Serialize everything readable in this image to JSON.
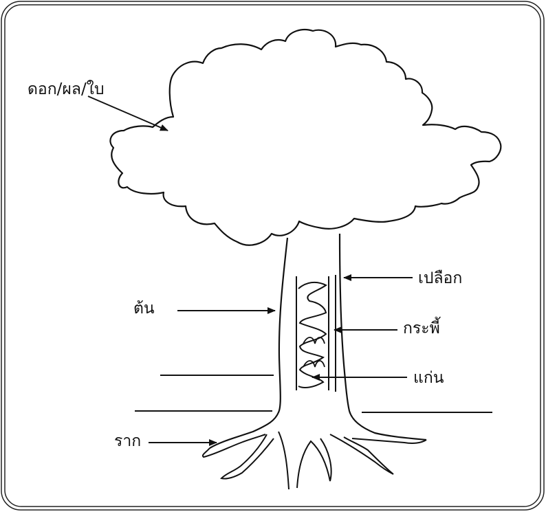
{
  "diagram": {
    "labels": {
      "canopy": "ดอก/ผล/ใบ",
      "bark": "เปลือก",
      "stem": "ต้น",
      "phloem": "กระพี้",
      "xylem": "แก่น",
      "root": "ราก"
    },
    "blank_answer_lines": 3,
    "line_color": "#111111",
    "background": "#ffffff"
  }
}
